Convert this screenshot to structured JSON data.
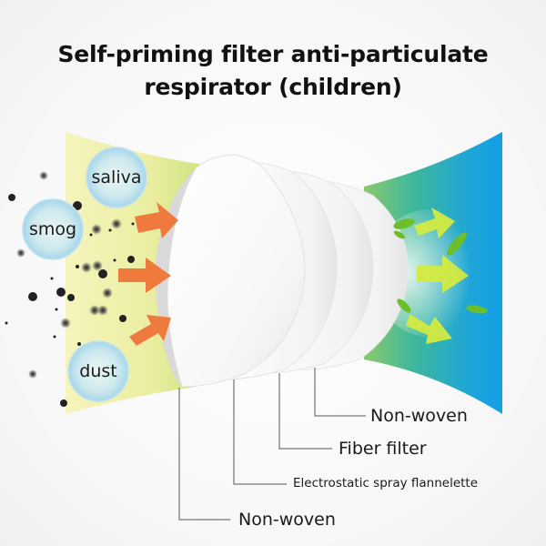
{
  "title": {
    "line1": "Self-priming filter anti-particulate",
    "line2": "respirator (children)"
  },
  "pollutants": [
    {
      "label": "saliva"
    },
    {
      "label": "smog"
    },
    {
      "label": "dust"
    }
  ],
  "layers": [
    {
      "label": "Non-woven",
      "position": "outer"
    },
    {
      "label": "Electrostatic spray flannelette",
      "position": "second"
    },
    {
      "label": "Fiber filter",
      "position": "third"
    },
    {
      "label": "Non-woven",
      "position": "inner"
    }
  ],
  "colors": {
    "inflow_yellow": "#f2f2a8",
    "inflow_green": "#cfe47a",
    "outflow_green": "#5fbf8a",
    "outflow_blue": "#16a3e3",
    "inflow_arrow": "#f0783c",
    "outflow_arrow": "#d8ec3c",
    "leaf": "#6cbf2a",
    "particle": "#222222"
  },
  "icons": {
    "inflow_arrows": "orange-arrow-icon",
    "outflow_arrows": "yellow-arrow-icon",
    "leaves": "leaf-icon",
    "particles": "particle-dot-icon"
  }
}
